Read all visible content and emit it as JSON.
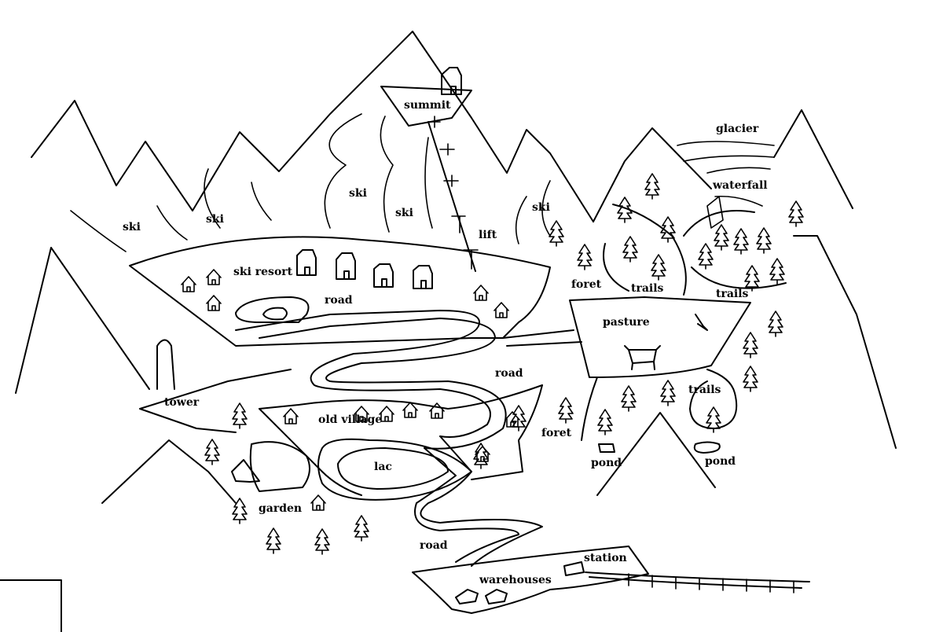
{
  "map": {
    "labels": {
      "summit": "summit",
      "glacier": "glacier",
      "waterfall": "waterfall",
      "ski_1": "ski",
      "ski_2": "ski",
      "ski_3": "ski",
      "ski_4": "ski",
      "ski_5": "ski",
      "lift": "lift",
      "ski_resort": "ski resort",
      "road_1": "road",
      "road_2": "road",
      "road_3": "road",
      "foret_1": "foret",
      "foret_2": "foret",
      "trails_1": "trails",
      "trails_2": "trails",
      "trails_3": "trails",
      "pasture": "pasture",
      "tower": "tower",
      "old_village": "old village",
      "lac": "lac",
      "garden": "garden",
      "pond_1": "pond",
      "pond_2": "pond",
      "station": "station",
      "warehouses": "warehouses"
    },
    "icons": {
      "tree": "tree-icon",
      "house": "house-icon",
      "building": "building-icon",
      "cow": "cow-icon"
    },
    "colors": {
      "ink": "#000000",
      "paper": "#ffffff"
    }
  }
}
